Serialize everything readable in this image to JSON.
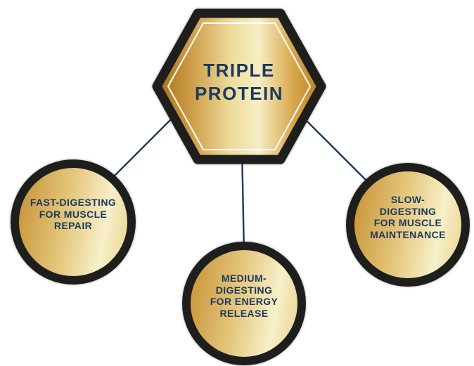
{
  "diagram": {
    "title": {
      "lines": [
        "TRIPLE",
        "PROTEIN"
      ]
    },
    "nodes": [
      {
        "id": "fast-digesting",
        "lines": [
          "FAST-DIGESTING",
          "FOR MUSCLE",
          "REPAIR"
        ]
      },
      {
        "id": "medium-digesting",
        "lines": [
          "MEDIUM-",
          "DIGESTING",
          "FOR ENERGY",
          "RELEASE"
        ]
      },
      {
        "id": "slow-digesting",
        "lines": [
          "SLOW-",
          "DIGESTING",
          "FOR MUSCLE",
          "MAINTENANCE"
        ]
      }
    ],
    "colors": {
      "text_navy": "#1A395E",
      "line_navy": "#1A395E",
      "shape_black": "#1E1E1C",
      "gold_dark": "#A86E14",
      "gold_amber": "#CFA04A",
      "gold_mid": "#EEDC9C",
      "gold_light": "#F7EEC4",
      "gold_deep": "#B97E1F",
      "circle_gold_dark": "#C69134",
      "circle_gold_mid": "#E5C87E",
      "circle_gold_light": "#F7F0CA",
      "circle_gold_edge": "#E9D28B",
      "background": "#FFFFFF"
    }
  }
}
